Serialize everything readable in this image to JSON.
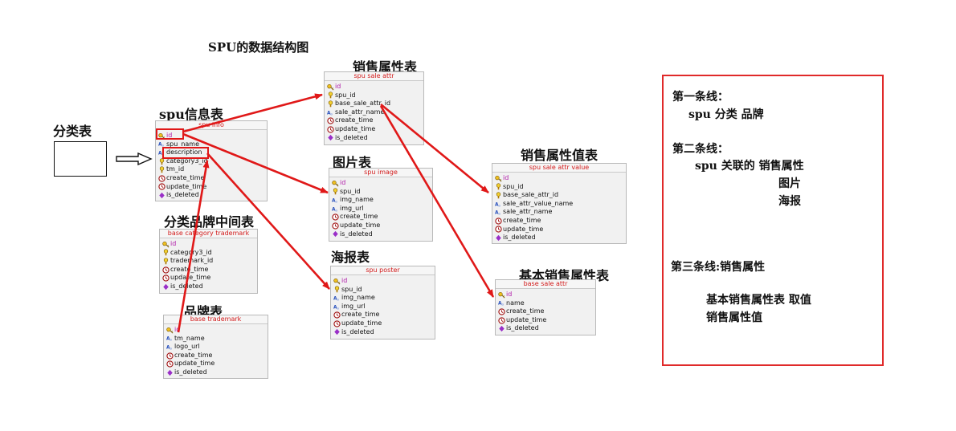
{
  "page_title": "SPU的数据结构图",
  "category_label": "分类表",
  "colors": {
    "arrow": "#e01818",
    "table_name": "#d21a1a",
    "primary_key": "#b01aa8",
    "note_border": "#e02a2a"
  },
  "tables": {
    "spu_info": {
      "title": "spu信息表",
      "header": "spu info",
      "fields": [
        {
          "name": "id",
          "icon": "key-icon"
        },
        {
          "name": "spu_name",
          "icon": "text-field-icon"
        },
        {
          "name": "description",
          "icon": "text-field-icon"
        },
        {
          "name": "category3_id",
          "icon": "foreign-key-icon"
        },
        {
          "name": "tm_id",
          "icon": "foreign-key-icon"
        },
        {
          "name": "create_time",
          "icon": "clock-icon"
        },
        {
          "name": "update_time",
          "icon": "clock-icon"
        },
        {
          "name": "is_deleted",
          "icon": "diamond-icon"
        }
      ]
    },
    "spu_sale_attr": {
      "title": "销售属性表",
      "header": "spu sale attr",
      "fields": [
        {
          "name": "id",
          "icon": "key-icon"
        },
        {
          "name": "spu_id",
          "icon": "foreign-key-icon"
        },
        {
          "name": "base_sale_attr_id",
          "icon": "foreign-key-icon"
        },
        {
          "name": "sale_attr_name",
          "icon": "text-field-icon"
        },
        {
          "name": "create_time",
          "icon": "clock-icon"
        },
        {
          "name": "update_time",
          "icon": "clock-icon"
        },
        {
          "name": "is_deleted",
          "icon": "diamond-icon"
        }
      ]
    },
    "spu_image": {
      "title": "图片表",
      "header": "spu image",
      "fields": [
        {
          "name": "id",
          "icon": "key-icon"
        },
        {
          "name": "spu_id",
          "icon": "foreign-key-icon"
        },
        {
          "name": "img_name",
          "icon": "text-field-icon"
        },
        {
          "name": "img_url",
          "icon": "text-field-icon"
        },
        {
          "name": "create_time",
          "icon": "clock-icon"
        },
        {
          "name": "update_time",
          "icon": "clock-icon"
        },
        {
          "name": "is_deleted",
          "icon": "diamond-icon"
        }
      ]
    },
    "spu_poster": {
      "title": "海报表",
      "header": "spu poster",
      "fields": [
        {
          "name": "id",
          "icon": "key-icon"
        },
        {
          "name": "spu_id",
          "icon": "foreign-key-icon"
        },
        {
          "name": "img_name",
          "icon": "text-field-icon"
        },
        {
          "name": "img_url",
          "icon": "text-field-icon"
        },
        {
          "name": "create_time",
          "icon": "clock-icon"
        },
        {
          "name": "update_time",
          "icon": "clock-icon"
        },
        {
          "name": "is_deleted",
          "icon": "diamond-icon"
        }
      ]
    },
    "spu_sale_attr_value": {
      "title": "销售属性值表",
      "header": "spu sale attr value",
      "fields": [
        {
          "name": "id",
          "icon": "key-icon"
        },
        {
          "name": "spu_id",
          "icon": "foreign-key-icon"
        },
        {
          "name": "base_sale_attr_id",
          "icon": "foreign-key-icon"
        },
        {
          "name": "sale_attr_value_name",
          "icon": "text-field-icon"
        },
        {
          "name": "sale_attr_name",
          "icon": "text-field-icon"
        },
        {
          "name": "create_time",
          "icon": "clock-icon"
        },
        {
          "name": "update_time",
          "icon": "clock-icon"
        },
        {
          "name": "is_deleted",
          "icon": "diamond-icon"
        }
      ]
    },
    "base_sale_attr": {
      "title": "基本销售属性表",
      "header": "base sale attr",
      "fields": [
        {
          "name": "id",
          "icon": "key-icon"
        },
        {
          "name": "name",
          "icon": "text-field-icon"
        },
        {
          "name": "create_time",
          "icon": "clock-icon"
        },
        {
          "name": "update_time",
          "icon": "clock-icon"
        },
        {
          "name": "is_deleted",
          "icon": "diamond-icon"
        }
      ]
    },
    "base_category_trademark": {
      "title": "分类品牌中间表",
      "header": "base category trademark",
      "fields": [
        {
          "name": "id",
          "icon": "key-icon"
        },
        {
          "name": "category3_id",
          "icon": "foreign-key-icon"
        },
        {
          "name": "trademark_id",
          "icon": "foreign-key-icon"
        },
        {
          "name": "create_time",
          "icon": "clock-icon"
        },
        {
          "name": "update_time",
          "icon": "clock-icon"
        },
        {
          "name": "is_deleted",
          "icon": "diamond-icon"
        }
      ]
    },
    "base_trademark": {
      "title": "品牌表",
      "header": "base trademark",
      "fields": [
        {
          "name": "id",
          "icon": "key-icon"
        },
        {
          "name": "tm_name",
          "icon": "text-field-icon"
        },
        {
          "name": "logo_url",
          "icon": "text-field-icon"
        },
        {
          "name": "create_time",
          "icon": "clock-icon"
        },
        {
          "name": "update_time",
          "icon": "clock-icon"
        },
        {
          "name": "is_deleted",
          "icon": "diamond-icon"
        }
      ]
    }
  },
  "notes": {
    "line1_title": "第一条线：",
    "line1_text": "spu 分类 品牌",
    "line2_title": "第二条线：",
    "line2_text": "spu 关联的 销售属性",
    "line2_item2": "图片",
    "line2_item3": "海报",
    "line3_title": "第三条线:销售属性",
    "line3_text": "基本销售属性表 取值",
    "line3_item2": "销售属性值"
  }
}
